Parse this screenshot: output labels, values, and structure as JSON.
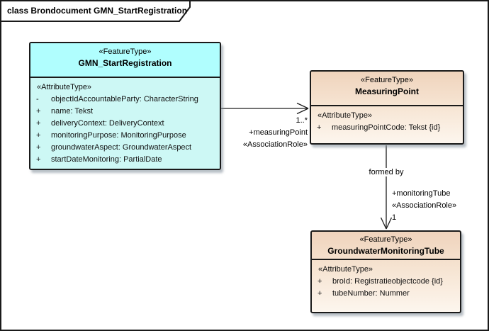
{
  "frame": {
    "title": "class Brondocument GMN_StartRegistration"
  },
  "colors": {
    "cyan_header": "#b0fefe",
    "cyan_body": "#cdf8f5",
    "peach_top": "#efd3bc",
    "peach_bottom": "#fdf6ee",
    "border": "#1a1a1a"
  },
  "classes": [
    {
      "stereotype": "«FeatureType»",
      "name": "GMN_StartRegistration",
      "attr_header": "«AttributeType»",
      "attributes": [
        {
          "vis": "-",
          "text": "objectIdAccountableParty: CharacterString"
        },
        {
          "vis": "+",
          "text": "name: Tekst"
        },
        {
          "vis": "+",
          "text": "deliveryContext: DeliveryContext"
        },
        {
          "vis": "+",
          "text": "monitoringPurpose: MonitoringPurpose"
        },
        {
          "vis": "+",
          "text": "groundwaterAspect: GroundwaterAspect"
        },
        {
          "vis": "+",
          "text": "startDateMonitoring: PartialDate"
        }
      ]
    },
    {
      "stereotype": "«FeatureType»",
      "name": "MeasuringPoint",
      "attr_header": "«AttributeType»",
      "attributes": [
        {
          "vis": "+",
          "text": "measuringPointCode: Tekst {id}"
        }
      ]
    },
    {
      "stereotype": "«FeatureType»",
      "name": "GroundwaterMonitoringTube",
      "attr_header": "«AttributeType»",
      "attributes": [
        {
          "vis": "+",
          "text": "broId: Registratieobjectcode {id}"
        },
        {
          "vis": "+",
          "text": "tubeNumber: Nummer"
        }
      ]
    }
  ],
  "associations": [
    {
      "multiplicity": "1..*",
      "role": "+measuringPoint",
      "stereotype": "«AssociationRole»"
    },
    {
      "name": "formed by",
      "role": "+monitoringTube",
      "stereotype": "«AssociationRole»",
      "multiplicity": "1"
    }
  ]
}
